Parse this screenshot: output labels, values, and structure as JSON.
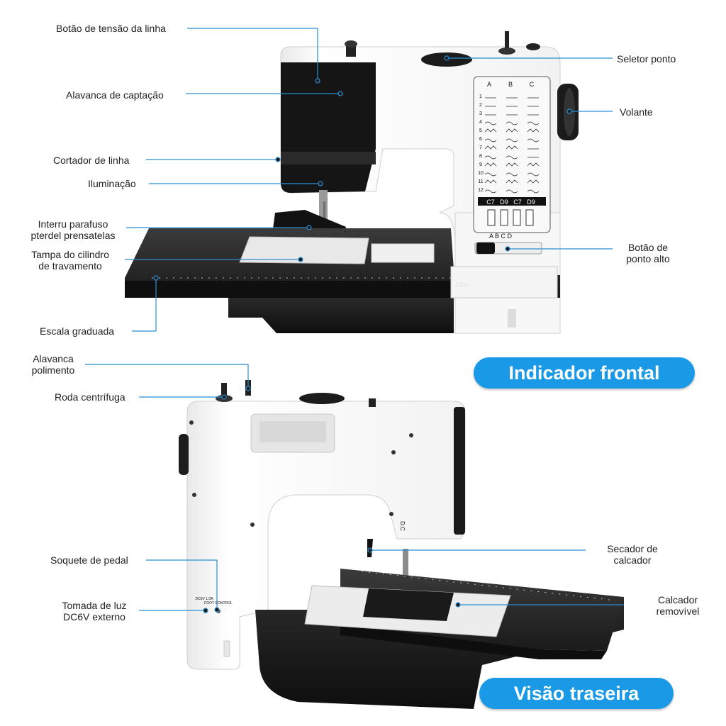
{
  "front_labels": {
    "thread_tension": "Botão de tensão da linha",
    "takeup_lever": "Alavanca de captação",
    "thread_cutter": "Cortador de linha",
    "lighting": "Iluminação",
    "presser_screw_1": "Interru parafuso",
    "presser_screw_2": "pterdel prensatelas",
    "bobbin_cover_1": "Tampa do cilindro",
    "bobbin_cover_2": "de travamento",
    "graduated_scale": "Escala graduada",
    "stitch_selector": "Seletor ponto",
    "handwheel": "Volante",
    "high_stitch_1": "Botão de",
    "high_stitch_2": "ponto alto"
  },
  "back_labels": {
    "polish_lever_1": "Alavanca",
    "polish_lever_2": "polimento",
    "spool_wheel": "Roda centrífuga",
    "pedal_socket": "Soquete de pedal",
    "power_socket_1": "Tomada de luz",
    "power_socket_2": "DC6V externo",
    "presser_dryer_1": "Secador de",
    "presser_dryer_2": "calcador",
    "removable_foot_1": "Calcador",
    "removable_foot_2": "removível"
  },
  "badges": {
    "front": "Indicador frontal",
    "back": "Visão traseira"
  },
  "machine_panel": {
    "columns": [
      "A",
      "B",
      "C"
    ],
    "rows": [
      "1",
      "2",
      "3",
      "4",
      "5",
      "6",
      "7",
      "8",
      "9",
      "10",
      "11",
      "12"
    ],
    "foot_codes": [
      "C7",
      "D9",
      "C7",
      "D9"
    ],
    "mode_letters": "A B C D",
    "scale_mark": "15cm",
    "dc_label": "D.C",
    "socket_text_1": "DC6V 1.0A",
    "socket_text_2": "FOOT CONTROL"
  },
  "colors": {
    "badge": "#1a9ae6",
    "leader": "#2a8fd6",
    "machine_body": "#ffffff",
    "machine_dark": "#1c1c1c"
  }
}
